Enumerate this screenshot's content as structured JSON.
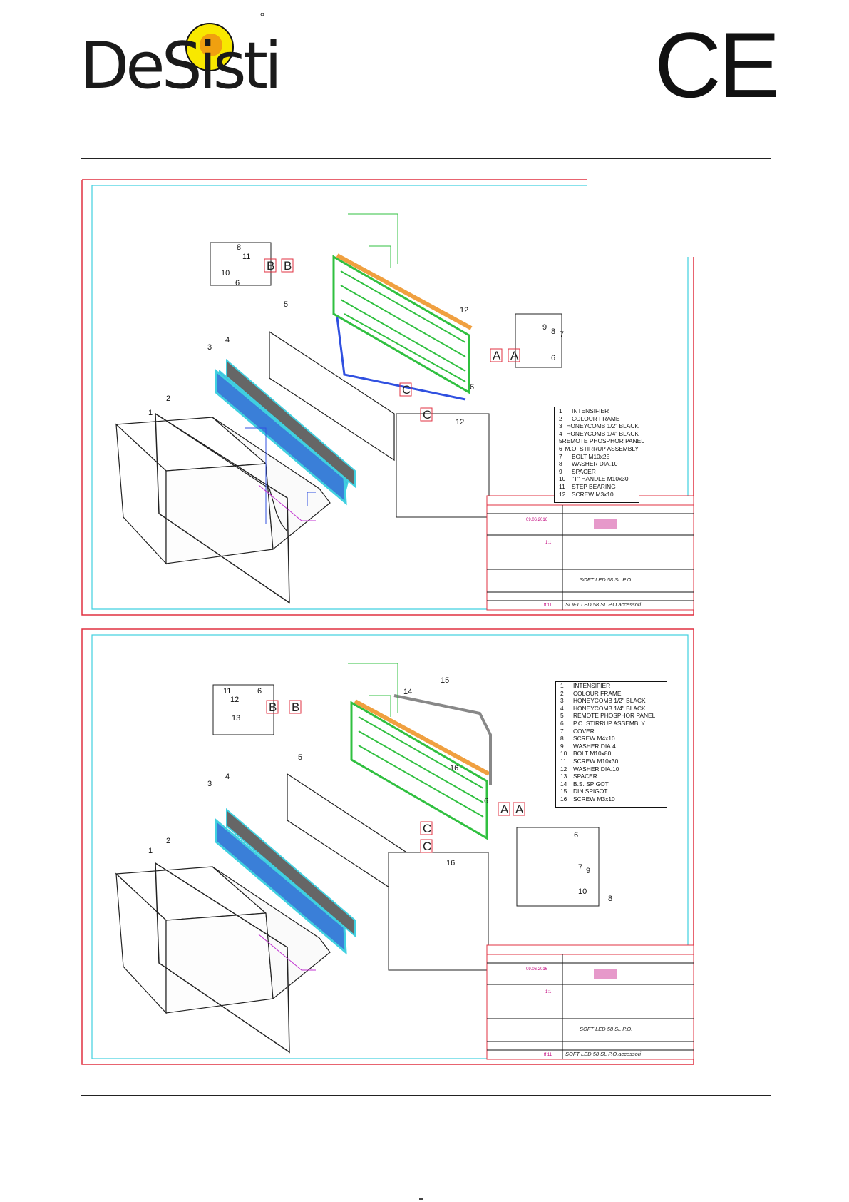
{
  "brand": {
    "logo_text": "DeSisti",
    "cert_mark": "CE"
  },
  "sheets": [
    {
      "legend": [
        {
          "n": "1",
          "label": "INTENSIFIER"
        },
        {
          "n": "2",
          "label": "COLOUR FRAME"
        },
        {
          "n": "3",
          "label": "HONEYCOMB 1/2\" BLACK"
        },
        {
          "n": "4",
          "label": "HONEYCOMB 1/4\" BLACK"
        },
        {
          "n": "5",
          "label": "REMOTE PHOSPHOR PANEL"
        },
        {
          "n": "6",
          "label": "M.O. STIRRUP ASSEMBLY"
        },
        {
          "n": "7",
          "label": "BOLT M10x25"
        },
        {
          "n": "8",
          "label": "WASHER DIA.10"
        },
        {
          "n": "9",
          "label": "SPACER"
        },
        {
          "n": "10",
          "label": "\"T\" HANDLE M10x30"
        },
        {
          "n": "11",
          "label": "STEP BEARING"
        },
        {
          "n": "12",
          "label": "SCREW M3x10"
        }
      ],
      "title_block": {
        "title": "SOFT LED 58 SL P.O.",
        "drawing_no": "SOFT LED 58 SL P.O.accessori",
        "sheet": "ff 11",
        "scale": "1:1",
        "date": "09.06.2016"
      }
    },
    {
      "legend": [
        {
          "n": "1",
          "label": "INTENSIFIER"
        },
        {
          "n": "2",
          "label": "COLOUR FRAME"
        },
        {
          "n": "3",
          "label": "HONEYCOMB 1/2\" BLACK"
        },
        {
          "n": "4",
          "label": "HONEYCOMB 1/4\" BLACK"
        },
        {
          "n": "5",
          "label": "REMOTE PHOSPHOR PANEL"
        },
        {
          "n": "6",
          "label": "P.O. STIRRUP ASSEMBLY"
        },
        {
          "n": "7",
          "label": "COVER"
        },
        {
          "n": "8",
          "label": "SCREW M4x10"
        },
        {
          "n": "9",
          "label": "WASHER DIA.4"
        },
        {
          "n": "10",
          "label": "BOLT M10x80"
        },
        {
          "n": "11",
          "label": "SCREW M10x30"
        },
        {
          "n": "12",
          "label": "WASHER DIA.10"
        },
        {
          "n": "13",
          "label": "SPACER"
        },
        {
          "n": "14",
          "label": "B.S. SPIGOT"
        },
        {
          "n": "15",
          "label": "DIN SPIGOT"
        },
        {
          "n": "16",
          "label": "SCREW M3x10"
        }
      ],
      "title_block": {
        "title": "SOFT LED 58 SL P.O.",
        "drawing_no": "SOFT LED 58 SL P.O.accessori",
        "sheet": "ff 11",
        "scale": "1:1",
        "date": "09.06.2016"
      }
    }
  ],
  "callouts": {
    "s1": [
      "1",
      "2",
      "3",
      "4",
      "5",
      "6",
      "8",
      "11",
      "10",
      "6",
      "9",
      "8",
      "7",
      "6",
      "12",
      "12"
    ],
    "s2": [
      "1",
      "2",
      "3",
      "4",
      "5",
      "6",
      "11",
      "12",
      "13",
      "6",
      "14",
      "15",
      "16",
      "6",
      "7",
      "9",
      "10",
      "8",
      "16"
    ]
  },
  "detail_letters": [
    "A",
    "B",
    "C"
  ],
  "colors": {
    "frame_red": "#e03040",
    "frame_cyan": "#40d0e0",
    "green": "#30c040",
    "orange": "#f0a040",
    "blue_fill": "#3a7fd8",
    "magenta": "#c030d0"
  }
}
